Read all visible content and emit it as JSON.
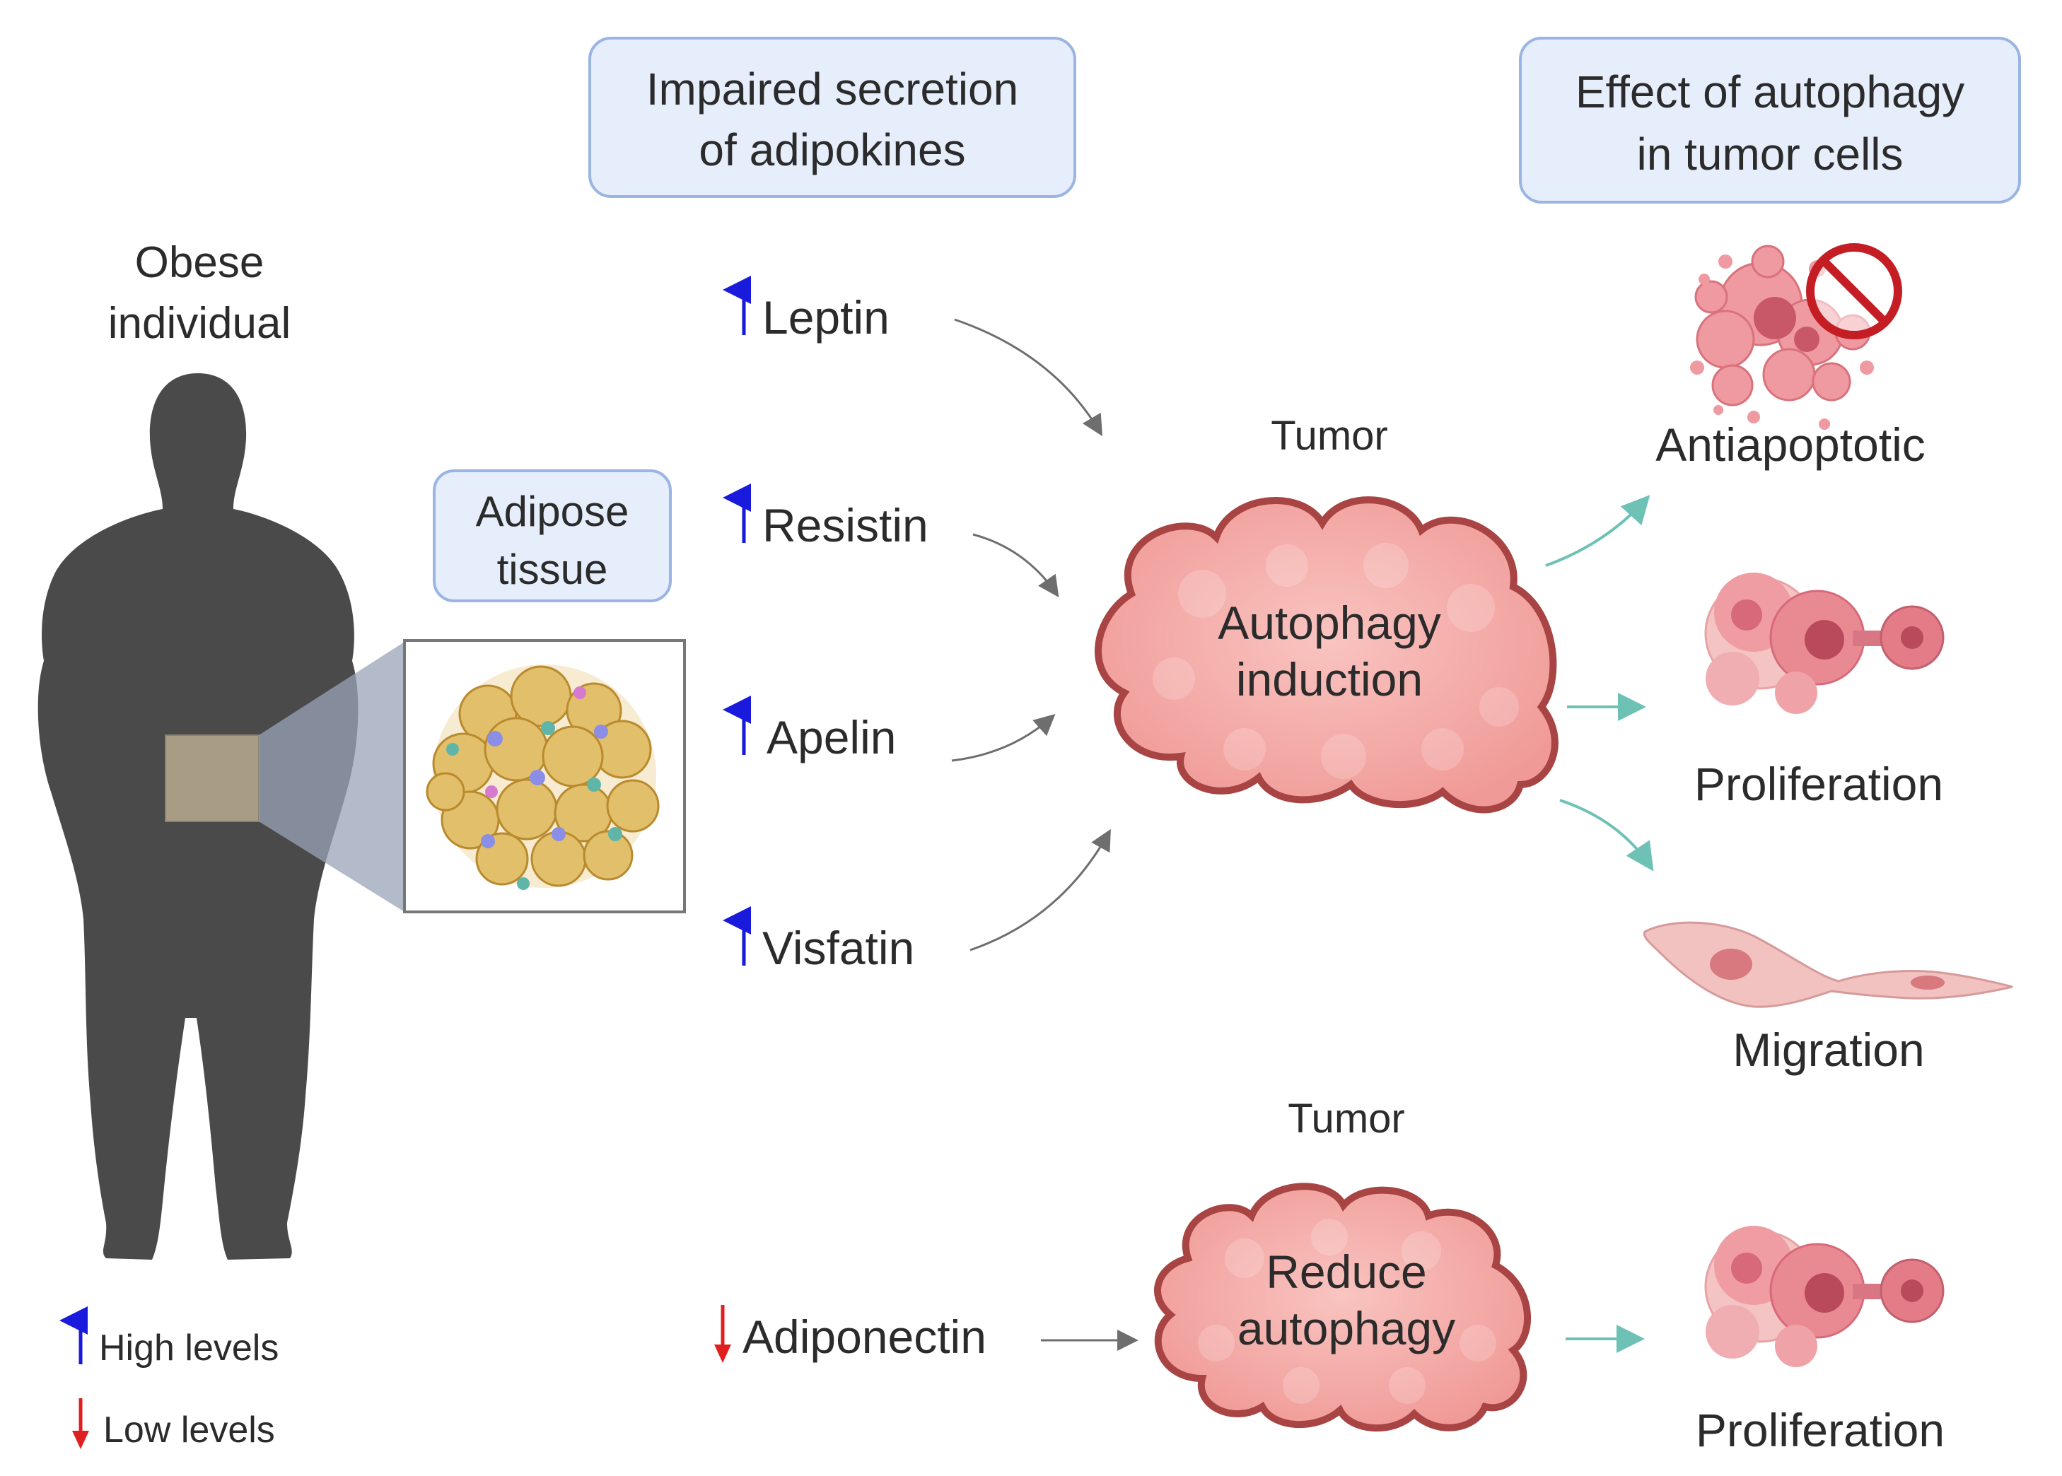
{
  "person": {
    "line1": "Obese",
    "line2": "individual"
  },
  "adipose": {
    "line1": "Adipose",
    "line2": "tissue"
  },
  "header_secretion": {
    "line1": "Impaired secretion",
    "line2": "of adipokines"
  },
  "header_effect": {
    "line1": "Effect of autophagy",
    "line2": "in tumor cells"
  },
  "adipokines": {
    "leptin": "Leptin",
    "resistin": "Resistin",
    "apelin": "Apelin",
    "visfatin": "Visfatin",
    "adiponectin": "Adiponectin"
  },
  "tumor_top": {
    "label": "Tumor",
    "line1": "Autophagy",
    "line2": "induction"
  },
  "tumor_bottom": {
    "label": "Tumor",
    "line1": "Reduce",
    "line2": "autophagy"
  },
  "effects": {
    "antiapoptotic": "Antiapoptotic",
    "proliferation": "Proliferation",
    "migration": "Migration",
    "proliferation_bottom": "Proliferation"
  },
  "legend": {
    "high": "High levels",
    "low": "Low levels"
  },
  "colors": {
    "up_arrow": "#1a1adc",
    "down_arrow": "#e02020",
    "gray_arrow": "#6e6e6e",
    "teal_arrow": "#6ec1b5",
    "silhouette": "#4a4a4a",
    "tumor_fill": "#f3a9a6",
    "tumor_stroke": "#a84444",
    "label_box_fill": "#e6eefb",
    "label_box_stroke": "#9ab5e3"
  }
}
